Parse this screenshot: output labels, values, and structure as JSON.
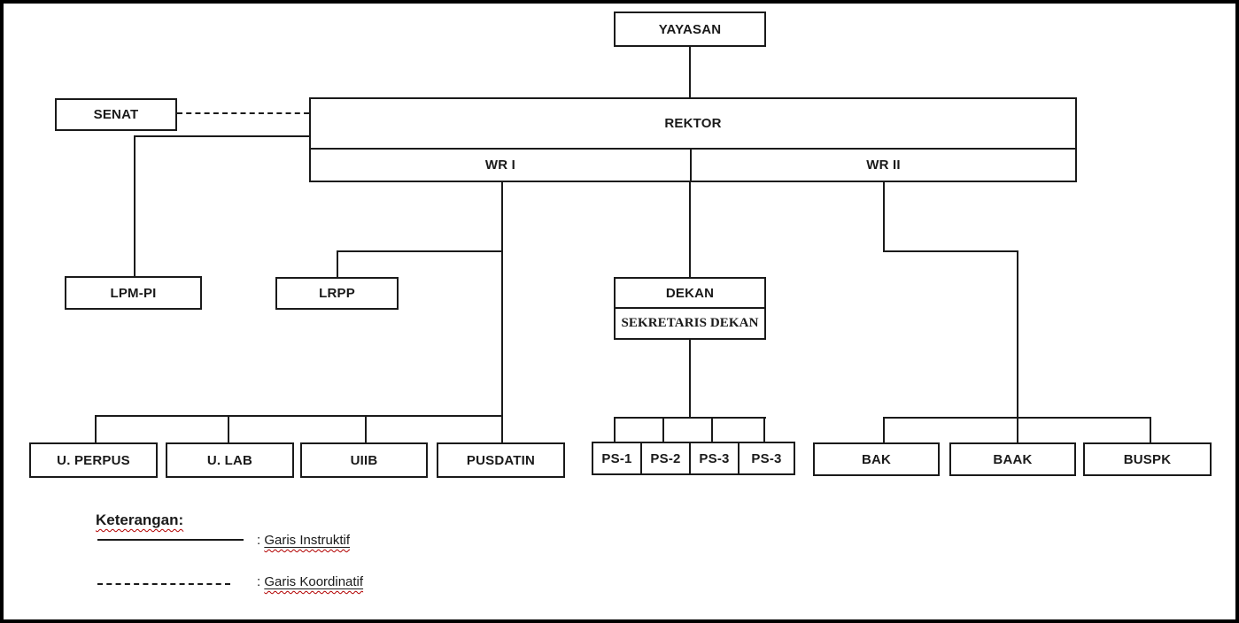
{
  "diagram": {
    "type": "organizational-chart",
    "nodes": {
      "yayasan": "YAYASAN",
      "senat": "SENAT",
      "rektor": "REKTOR",
      "wr1": "WR I",
      "wr2": "WR II",
      "lpm_pi": "LPM-PI",
      "lrpp": "LRPP",
      "dekan": "DEKAN",
      "sekretaris_dekan": "SEKRETARIS DEKAN",
      "u_perpus": "U. PERPUS",
      "u_lab": "U. LAB",
      "uiib": "UIIB",
      "pusdatin": "PUSDATIN",
      "ps_1": "PS-1",
      "ps_2": "PS-2",
      "ps_3": "PS-3",
      "ps_4": "PS-3",
      "bak": "BAK",
      "baak": "BAAK",
      "buspk": "BUSPK"
    },
    "legend": {
      "title": "Keterangan:",
      "items": [
        {
          "prefix": ":",
          "label": "Garis Instruktif",
          "line_style": "solid"
        },
        {
          "prefix": ":",
          "label": "Garis Koordinatif",
          "line_style": "dashed"
        }
      ]
    },
    "colors": {
      "line": "#1a1a1a",
      "background": "#ffffff",
      "spellcheck_squiggle": "#b30000"
    }
  }
}
